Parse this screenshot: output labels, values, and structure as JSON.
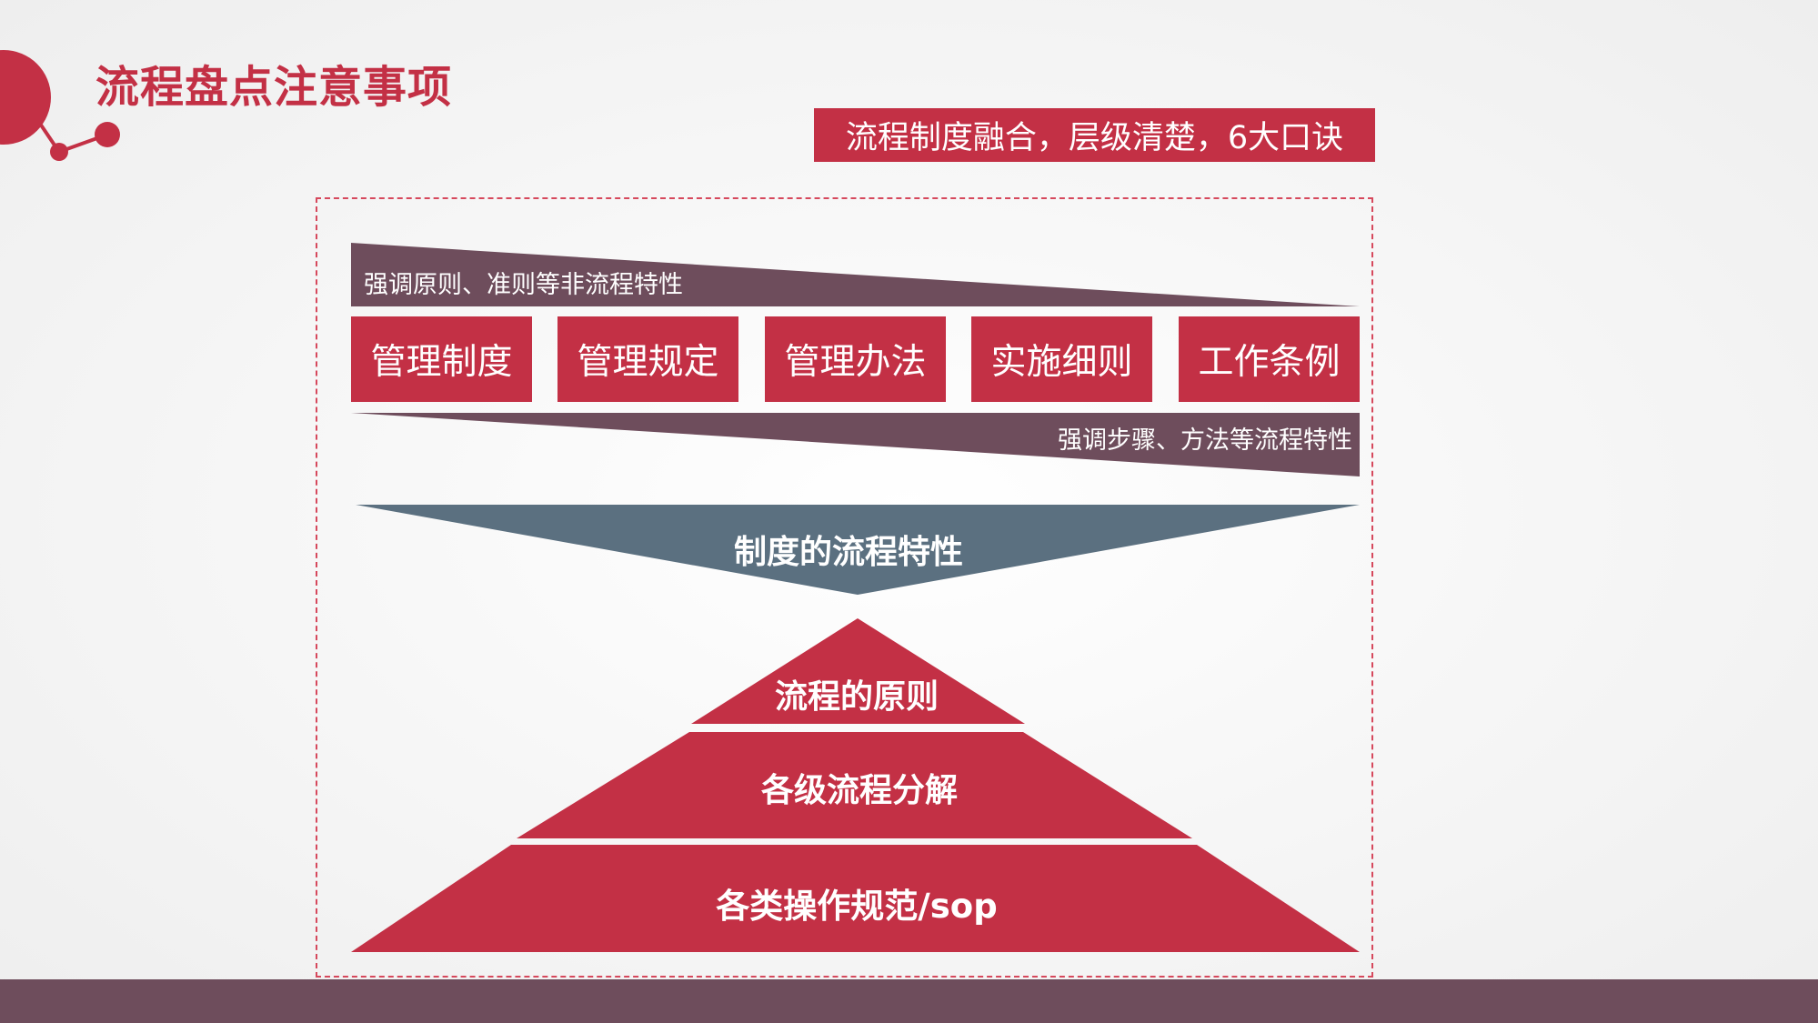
{
  "header": {
    "title": "流程盘点注意事项",
    "banner": "流程制度融合，层级清楚，6大口诀"
  },
  "upper_wedge": {
    "label": "强调原则、准则等非流程特性"
  },
  "categories": [
    "管理制度",
    "管理规定",
    "管理办法",
    "实施细则",
    "工作条例"
  ],
  "lower_wedge": {
    "label": "强调步骤、方法等流程特性"
  },
  "funnel": {
    "label": "制度的流程特性"
  },
  "pyramid": {
    "levels": [
      "流程的原则",
      "各级流程分解",
      "各类操作规范/sop"
    ]
  },
  "colors": {
    "red": "#c33045",
    "plum": "#6e4d5c",
    "slate": "#5b7080"
  }
}
